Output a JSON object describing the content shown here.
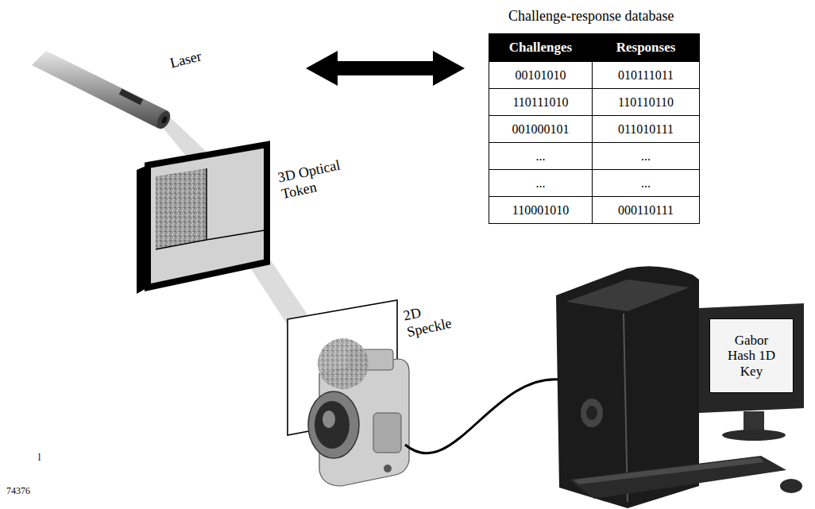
{
  "diagram": {
    "nodes": [
      {
        "text": [
          "3D Optical Token"
        ]
      },
      {
        "text": [
          "2D Speckle"
        ]
      },
      {
        "text": [
          "Gabor Hash 1D Key"
        ]
      }
    ],
    "labels": [
      "Laser",
      "Challenge-response database",
      "Challenges",
      "Responses",
      "00101010",
      "010111011",
      "110111010",
      "110110110",
      "001000101",
      "011010111",
      "...",
      "...",
      "...",
      "...",
      "110001010",
      "000110111",
      "l",
      "74376"
    ]
  }
}
